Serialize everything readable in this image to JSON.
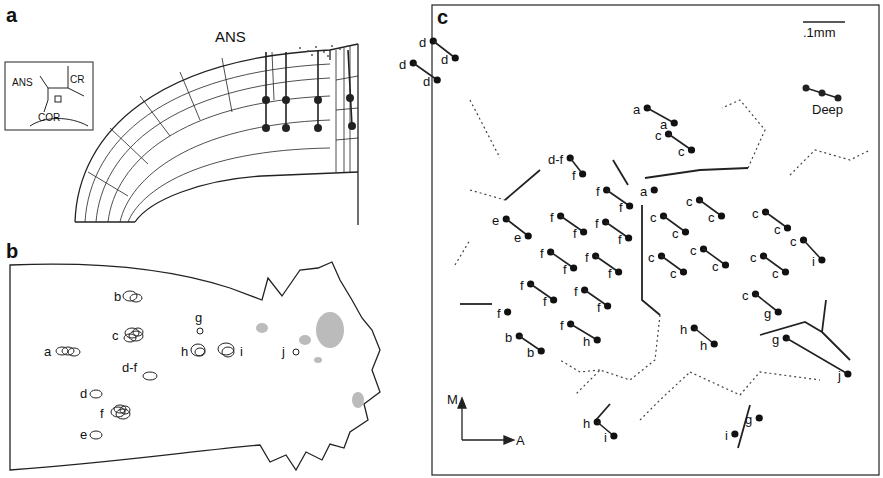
{
  "diagram": {
    "labels": [
      "a",
      "b",
      "c",
      "ANS",
      "CR",
      "COR",
      "ANS",
      "a",
      "b",
      "c",
      "d-f",
      "d",
      "f",
      "e",
      "g",
      "h",
      "i",
      "j",
      ".1mm",
      "M",
      "A",
      "Deep",
      "d",
      "d",
      "d",
      "d",
      "a",
      "a",
      "c",
      "c",
      "d-f",
      "f",
      "f",
      "f",
      "a",
      "e",
      "e",
      "f",
      "f",
      "f",
      "f",
      "f",
      "f",
      "f",
      "f",
      "f",
      "f",
      "f",
      "f",
      "f",
      "b",
      "b",
      "f",
      "h",
      "h",
      "h",
      "c",
      "c",
      "c",
      "c",
      "c",
      "c",
      "c",
      "c",
      "c",
      "c",
      "c",
      "c",
      "c",
      "i",
      "c",
      "g",
      "g",
      "j",
      "h",
      "i",
      "g",
      "i"
    ]
  }
}
